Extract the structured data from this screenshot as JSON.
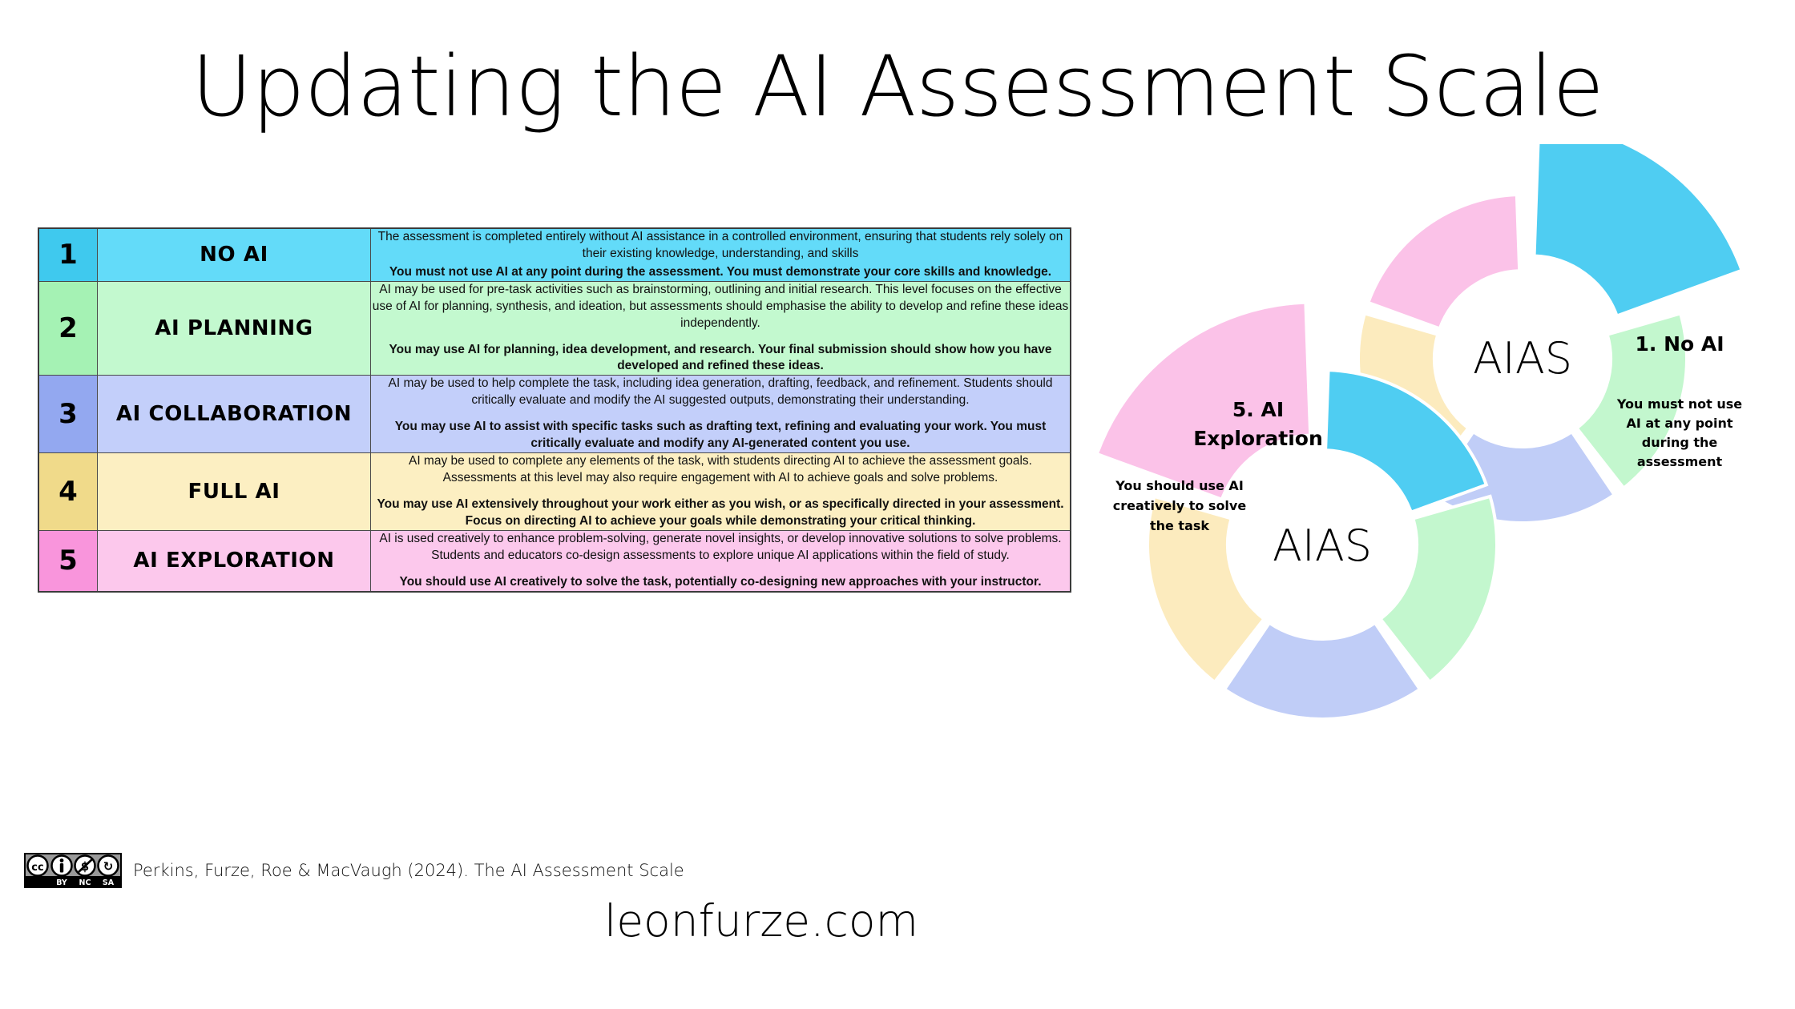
{
  "title": "Updating the AI Assessment Scale",
  "site": "leonfurze.com",
  "attribution": "Perkins, Furze, Roe & MacVaugh (2024). The AI Assessment Scale",
  "license": {
    "name": "cc-by-nc-sa-badge",
    "cc": "CC",
    "by": "BY",
    "nc": "NC",
    "sa": "SA"
  },
  "table": {
    "rows": [
      {
        "number": "1",
        "label": "NO AI",
        "description": "The assessment is completed entirely without AI assistance in a controlled environment, ensuring that students rely solely on their existing knowledge, understanding, and skills",
        "statement": "You must not use AI at any point during the assessment. You must demonstrate your core skills and knowledge.",
        "num_color": "#3FC9EE",
        "row_color": "#63DBF9"
      },
      {
        "number": "2",
        "label": "AI PLANNING",
        "description": "AI may be used for pre-task activities such as brainstorming, outlining and initial research. This level focuses on the effective use of AI for planning, synthesis, and ideation, but assessments should emphasise the ability to develop and refine these ideas independently.",
        "statement": "You may use AI for planning, idea development, and research. Your final submission should show how you have developed and refined these ideas.",
        "num_color": "#A5F2B4",
        "row_color": "#C3F9CF"
      },
      {
        "number": "3",
        "label": "AI COLLABORATION",
        "description": "AI may be used to help complete the task, including idea generation, drafting, feedback, and refinement. Students should critically evaluate and modify the AI suggested outputs, demonstrating their understanding.",
        "statement": "You may use AI to assist with specific tasks such as drafting text, refining and evaluating your work. You must critically evaluate and modify any AI-generated content you use.",
        "num_color": "#93A8F0",
        "row_color": "#C3CFFA"
      },
      {
        "number": "4",
        "label": "FULL AI",
        "description": "AI may be used to complete any elements of the task, with students directing AI to achieve the assessment goals. Assessments at this level may also require engagement with AI to achieve goals and solve problems.",
        "statement": "You may use AI extensively throughout your work either as you wish, or as specifically directed in your assessment. Focus on directing AI to achieve your goals while demonstrating your critical thinking.",
        "num_color": "#F0DA8A",
        "row_color": "#FCEFC2"
      },
      {
        "number": "5",
        "label": "AI EXPLORATION",
        "description": "AI is used creatively to enhance problem-solving, generate novel insights, or develop innovative solutions to solve problems. Students and educators co-design assessments to explore unique AI applications within the field of study.",
        "statement": "You should use AI creatively to solve the task, potentially co-designing new approaches with your instructor.",
        "num_color": "#F995DC",
        "row_color": "#FCC8EC"
      }
    ]
  },
  "diagram": {
    "hub_label": "AIAS",
    "palette": {
      "blue": "#4FCDF2",
      "green": "#C3F7CE",
      "purple": "#C0CDF7",
      "yellow": "#FCEBBE",
      "pink": "#FBC2E8"
    },
    "back_ring": {
      "center_label": "AIAS",
      "highlight": {
        "title": "1. No AI",
        "body_lines": [
          "You must not use",
          "AI at any point",
          "during the",
          "assessment"
        ],
        "color": "#4FCDF2"
      },
      "segment_colors": [
        "#4FCDF2",
        "#C3F7CE",
        "#C0CDF7",
        "#FCEBBE",
        "#FBC2E8"
      ]
    },
    "front_ring": {
      "center_label": "AIAS",
      "highlight": {
        "title_lines": [
          "5. AI",
          "Exploration"
        ],
        "body_lines": [
          "You should use AI",
          "creatively to solve",
          "the task"
        ],
        "color": "#FBC2E8"
      },
      "segment_colors": [
        "#4FCDF2",
        "#C3F7CE",
        "#C0CDF7",
        "#FCEBBE",
        "#FBC2E8"
      ]
    }
  }
}
